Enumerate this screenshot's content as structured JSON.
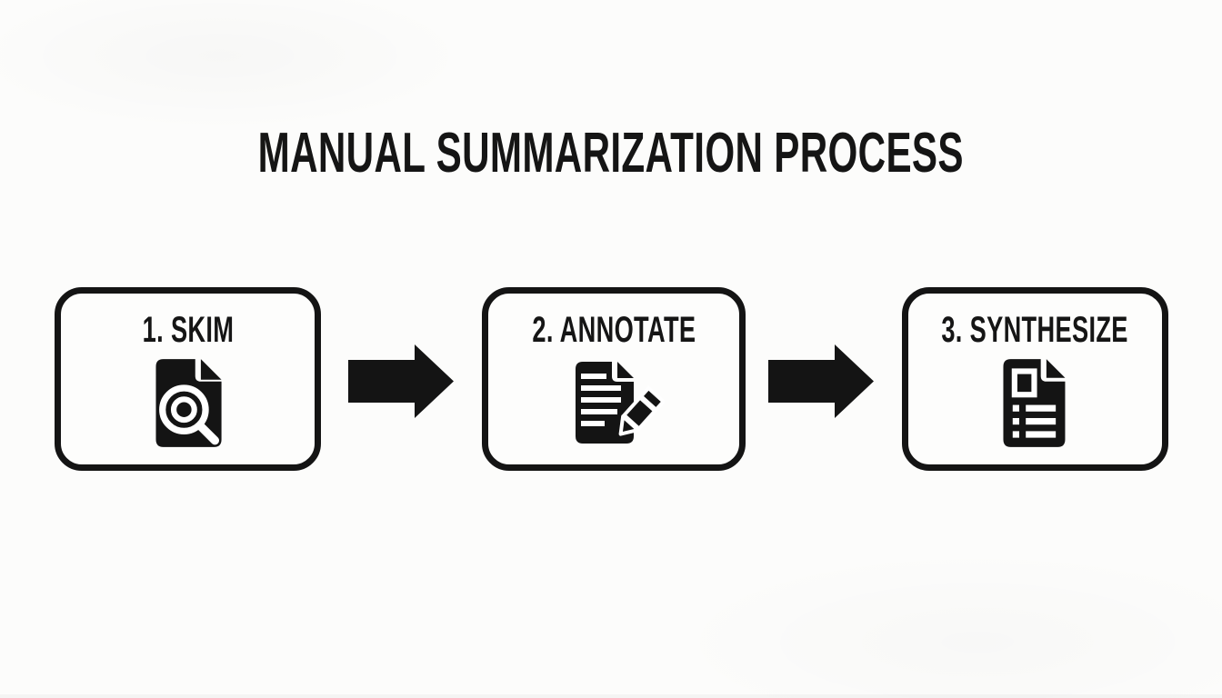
{
  "title": "MANUAL SUMMARIZATION PROCESS",
  "steps": [
    {
      "number": "1",
      "label": "1. SKIM",
      "icon": "document-magnifier-icon"
    },
    {
      "number": "2",
      "label": "2. ANNOTATE",
      "icon": "document-pencil-icon"
    },
    {
      "number": "3",
      "label": "3. SYNTHESIZE",
      "icon": "document-list-icon"
    }
  ],
  "connectors": [
    "right-arrow",
    "right-arrow"
  ],
  "colors": {
    "ink": "#141414",
    "background": "#fcfcfb",
    "box_fill": "#fdfdfc"
  }
}
